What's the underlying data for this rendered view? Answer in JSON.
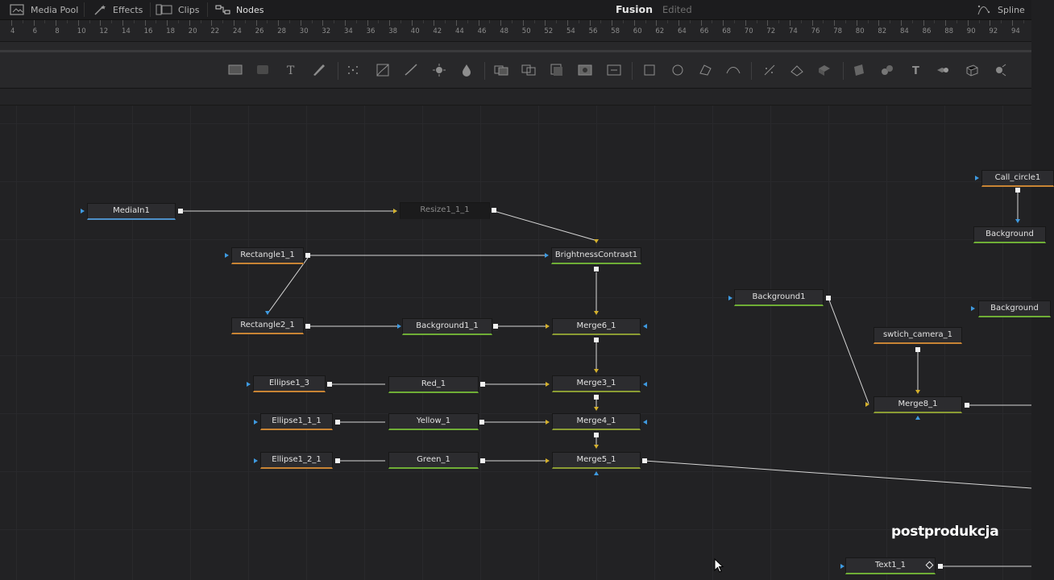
{
  "topbar": {
    "tabs": [
      {
        "label": "Media Pool",
        "icon": "media-pool-icon"
      },
      {
        "label": "Effects",
        "icon": "magic-wand-icon"
      },
      {
        "label": "Clips",
        "icon": "clips-icon"
      },
      {
        "label": "Nodes",
        "icon": "nodes-icon"
      }
    ],
    "app_title": "Fusion",
    "app_status": "Edited",
    "spline_label": "Spline"
  },
  "ruler": {
    "labels": [
      "4",
      "6",
      "8",
      "10",
      "12",
      "14",
      "16",
      "18",
      "20",
      "22",
      "24",
      "26",
      "28",
      "30",
      "32",
      "34",
      "36",
      "38",
      "40",
      "42",
      "44",
      "46",
      "48",
      "50",
      "52",
      "54",
      "56",
      "58",
      "60",
      "62",
      "64",
      "66",
      "68",
      "70",
      "72",
      "74",
      "76",
      "78",
      "80",
      "82",
      "84",
      "86",
      "88",
      "90",
      "92",
      "94"
    ]
  },
  "toolbar": {
    "tools": [
      "background-icon",
      "image-icon",
      "text-icon",
      "paint-icon",
      "particles-icon",
      "color-curves-icon",
      "color-corrector-icon",
      "brightness-icon",
      "blur-icon",
      "merge-icon",
      "channel-booleans-icon",
      "matte-control-icon",
      "loader-icon",
      "saver-icon",
      "rectangle-mask-icon",
      "ellipse-mask-icon",
      "polygon-mask-icon",
      "bspline-mask-icon",
      "pemitter-icon",
      "prender-icon",
      "shape3d-icon",
      "imageplane3d-icon",
      "merge3d-icon",
      "text3d-icon",
      "renderer3d-icon",
      "camera3d-icon",
      "spotlight3d-icon"
    ]
  },
  "nodes": [
    {
      "id": "MediaIn1",
      "label": "MediaIn1",
      "color": "blue"
    },
    {
      "id": "Resize1_1_1",
      "label": "Resize1_1_1",
      "color": "dark"
    },
    {
      "id": "Rectangle1_1",
      "label": "Rectangle1_1",
      "color": "orange"
    },
    {
      "id": "BrightnessContrast1",
      "label": "BrightnessContrast1",
      "color": "green"
    },
    {
      "id": "Rectangle2_1",
      "label": "Rectangle2_1",
      "color": "orange"
    },
    {
      "id": "Background1_1",
      "label": "Background1_1",
      "color": "green"
    },
    {
      "id": "Merge6_1",
      "label": "Merge6_1",
      "color": "olive"
    },
    {
      "id": "Ellipse1_3",
      "label": "Ellipse1_3",
      "color": "orange"
    },
    {
      "id": "Red_1",
      "label": "Red_1",
      "color": "green"
    },
    {
      "id": "Merge3_1",
      "label": "Merge3_1",
      "color": "olive"
    },
    {
      "id": "Ellipse1_1_1",
      "label": "Ellipse1_1_1",
      "color": "orange"
    },
    {
      "id": "Yellow_1",
      "label": "Yellow_1",
      "color": "green"
    },
    {
      "id": "Merge4_1",
      "label": "Merge4_1",
      "color": "olive"
    },
    {
      "id": "Ellipse1_2_1",
      "label": "Ellipse1_2_1",
      "color": "orange"
    },
    {
      "id": "Green_1",
      "label": "Green_1",
      "color": "green"
    },
    {
      "id": "Merge5_1",
      "label": "Merge5_1",
      "color": "olive"
    },
    {
      "id": "Background1",
      "label": "Background1",
      "color": "green"
    },
    {
      "id": "swtich_camera_1",
      "label": "swtich_camera_1",
      "color": "orange"
    },
    {
      "id": "Merge8_1",
      "label": "Merge8_1",
      "color": "olive"
    },
    {
      "id": "Call_circle1",
      "label": "Call_circle1",
      "color": "orange"
    },
    {
      "id": "Background_right_1",
      "label": "Background",
      "color": "green"
    },
    {
      "id": "Background_right_2",
      "label": "Background",
      "color": "green"
    },
    {
      "id": "Text1_1",
      "label": "Text1_1",
      "color": "green"
    }
  ],
  "watermark": "postprodukcja",
  "colors": {
    "node_bg": "#2c2c2f",
    "canvas_bg": "#222224",
    "blue_input": "#3e9ae0",
    "yellow_input": "#d4b02c",
    "orange_stripe": "#c88434",
    "green_stripe": "#6fae36"
  }
}
